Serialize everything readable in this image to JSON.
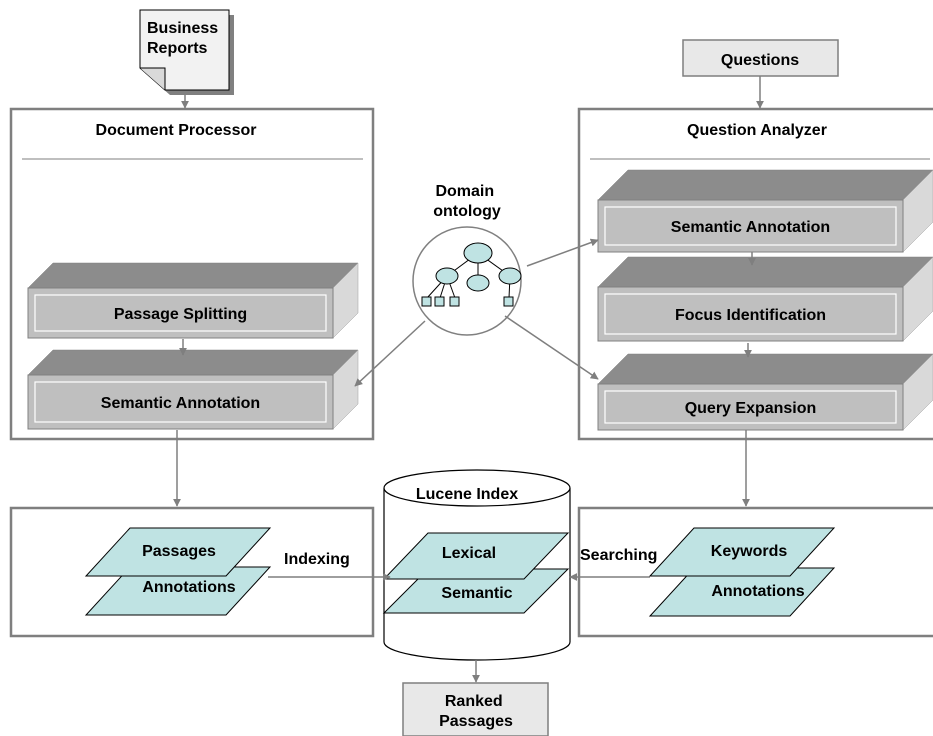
{
  "inputs": {
    "business_reports": [
      "Business",
      "Reports"
    ],
    "questions": "Questions"
  },
  "document_processor": {
    "title": "Document Processor",
    "steps": [
      "Passage Splitting",
      "Semantic Annotation"
    ]
  },
  "question_analyzer": {
    "title": "Question Analyzer",
    "steps": [
      "Semantic Annotation",
      "Focus Identification",
      "Query Expansion"
    ]
  },
  "ontology": {
    "label": [
      "Domain",
      "ontology"
    ]
  },
  "index": {
    "title": "Lucene Index",
    "layers": [
      "Lexical",
      "Semantic"
    ]
  },
  "document_output": {
    "layers": [
      "Passages",
      "Annotations"
    ]
  },
  "query_output": {
    "layers": [
      "Keywords",
      "Annotations"
    ]
  },
  "edges": {
    "indexing": "Indexing",
    "searching": "Searching"
  },
  "output": {
    "label": [
      "Ranked",
      "Passages"
    ]
  },
  "colors": {
    "stroke": "#7f7f7f",
    "box_fill": "#bfbfbf",
    "box_top": "#8c8c8c",
    "box_side": "#d9d9d9",
    "layer_fill": "#bfe3e3",
    "plain_box": "#e8e8e8"
  }
}
